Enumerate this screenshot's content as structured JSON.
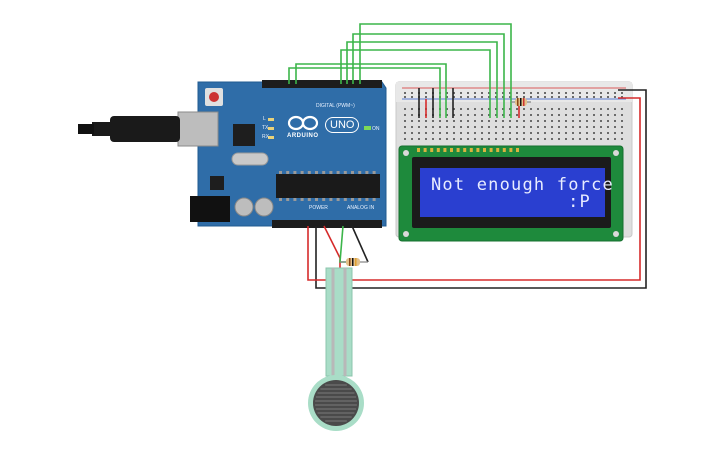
{
  "lcd": {
    "line1": "Not enough force",
    "line2": ":P"
  },
  "arduino": {
    "brand": "ARDUINO",
    "model": "UNO",
    "digital_label": "DIGITAL (PWM~)",
    "power_label": "POWER",
    "analog_label": "ANALOG IN",
    "led_on": "ON",
    "led_tx": "TX",
    "led_rx": "RX",
    "led_l": "L"
  },
  "colors": {
    "board": "#2f6da8",
    "lcd_screen": "#2a3fd0",
    "lcd_pcb": "#1e8a3c",
    "wire_green": "#3cb54a",
    "wire_red": "#d62b2b",
    "wire_black": "#222222"
  }
}
